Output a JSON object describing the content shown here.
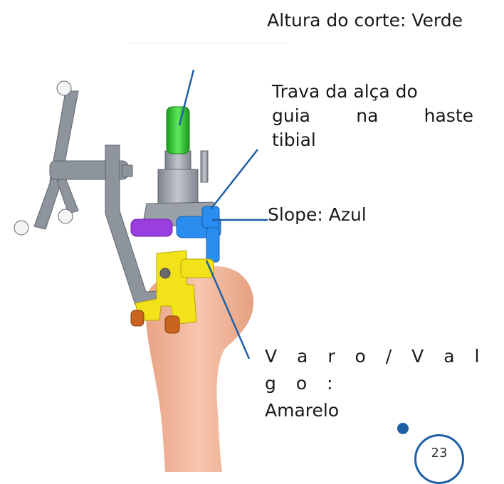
{
  "title": "Altura do corte: Verde",
  "labels": {
    "trava_line1": "Trava da alça do",
    "trava_line2_words": [
      "guia",
      "na",
      "haste"
    ],
    "trava_line3": "tibial",
    "slope": "Slope: Azul",
    "varo_line1": "V a r o / V a l g o :",
    "varo_line2": "Amarelo"
  },
  "page_number": "23",
  "colors": {
    "cut_height": "#22c422",
    "slope": "#1e90ff",
    "varus_valgus": "#f2e21a",
    "leader_line": "#1f5fa6",
    "guide_metal": "#9aa0a8",
    "bone": "#f3b79a"
  }
}
